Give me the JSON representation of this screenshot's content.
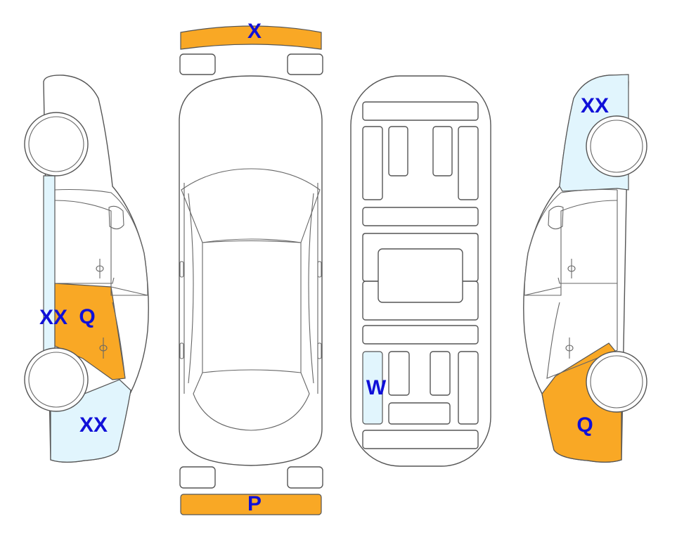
{
  "colors": {
    "orange": "#F9A825",
    "lightblue": "#E1F5FD",
    "label": "#1010D8",
    "outline": "#555555"
  },
  "labels": {
    "front_bumper": "X",
    "rear_bumper": "P",
    "left_rear_quarter": "XX",
    "left_rear_door": "Q",
    "left_front_fender": "XX",
    "floor_panel": "W",
    "right_rear_quarter": "XX",
    "right_front_fender": "Q"
  }
}
